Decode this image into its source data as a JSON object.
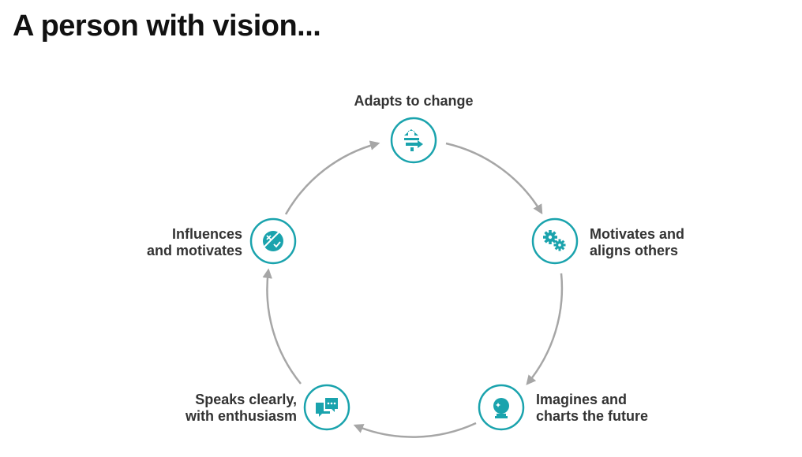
{
  "title": "A person with vision...",
  "colors": {
    "accent": "#1aa3ad",
    "arrow": "#a6a6a6",
    "text": "#333333",
    "title": "#111111"
  },
  "nodes": [
    {
      "id": "adapts",
      "line1": "Adapts to change",
      "line2": "",
      "icon": "arrows-direction-icon"
    },
    {
      "id": "motivates",
      "line1": "Motivates and",
      "line2": "aligns others",
      "icon": "gears-icon"
    },
    {
      "id": "imagines",
      "line1": "Imagines and",
      "line2": "charts the future",
      "icon": "crystal-ball-icon"
    },
    {
      "id": "speaks",
      "line1": "Speaks clearly,",
      "line2": "with enthusiasm",
      "icon": "chat-bubbles-icon"
    },
    {
      "id": "influences",
      "line1": "Influences",
      "line2": "and motivates",
      "icon": "influence-check-icon"
    }
  ]
}
